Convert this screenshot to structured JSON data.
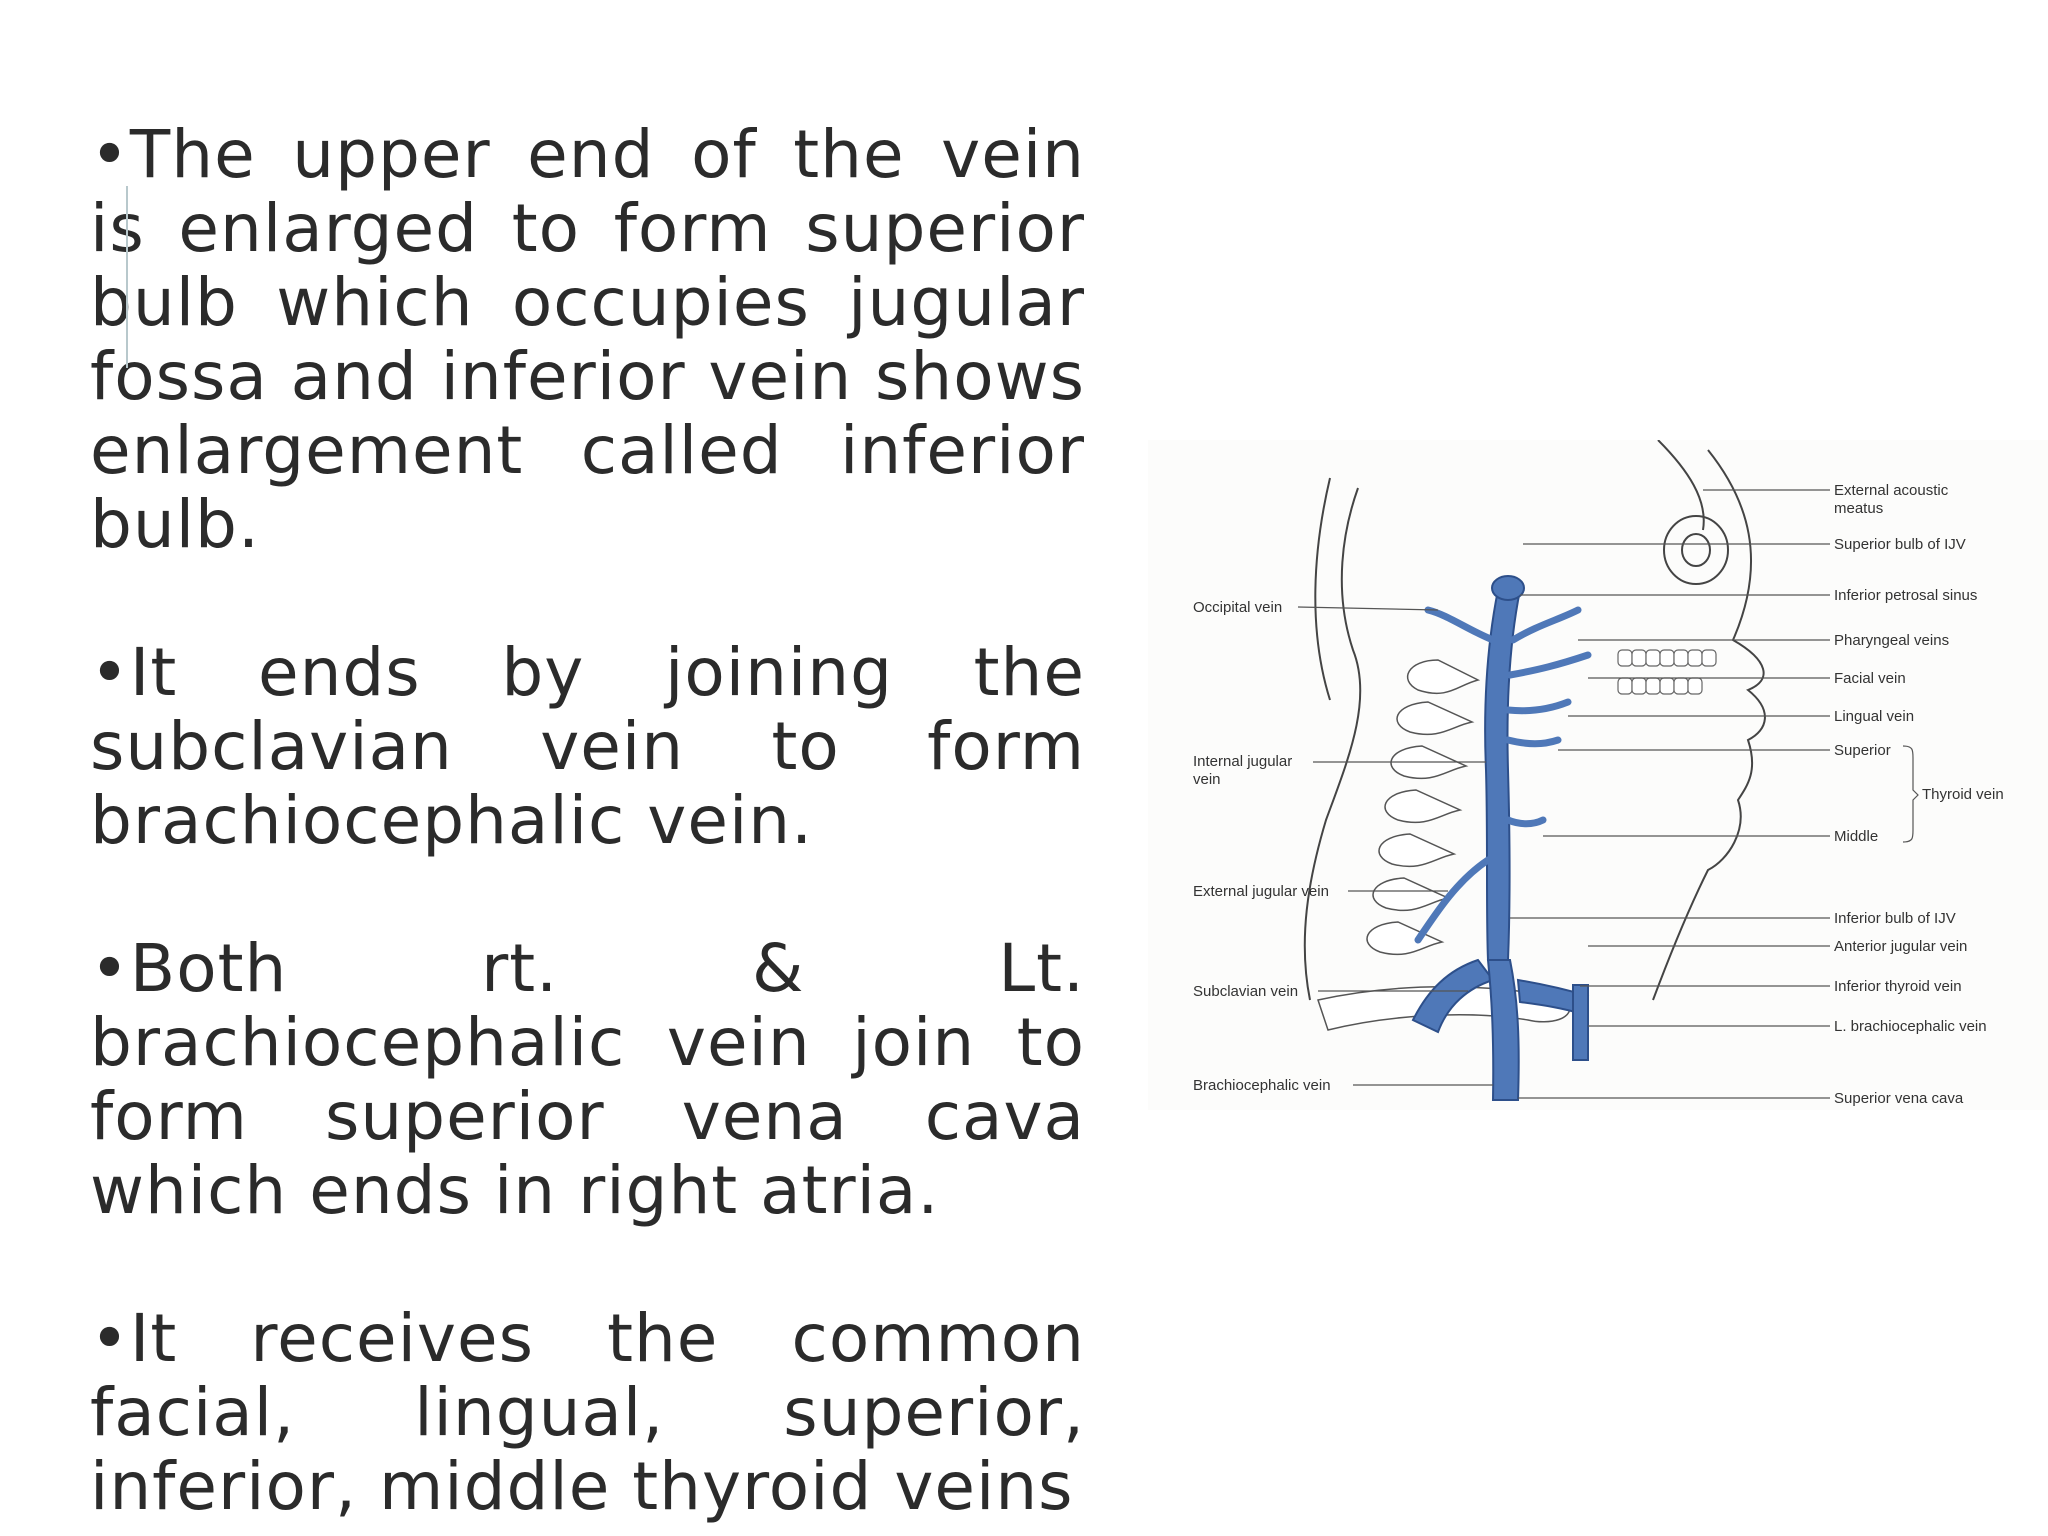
{
  "slide": {
    "bullets": [
      "•The upper end of the vein is enlarged to form superior bulb which occupies jugular fossa and inferior vein shows enlargement called inferior bulb.",
      "•It ends by joining the subclavian vein to form brachiocephalic vein.",
      "•Both rt. & Lt. brachiocephalic vein join to form superior vena cava which ends in right atria.",
      "•It receives the common facial, lingual, superior, inferior, middle thyroid veins"
    ]
  },
  "figure": {
    "labels_left": {
      "occipital": "Occipital vein",
      "internal_jugular_1": "Internal jugular",
      "internal_jugular_2": "vein",
      "external_jugular": "External jugular vein",
      "subclavian": "Subclavian vein",
      "brachiocephalic": "Brachiocephalic vein"
    },
    "labels_right": {
      "acoustic_1": "External acoustic",
      "acoustic_2": "meatus",
      "superior_bulb": "Superior bulb of IJV",
      "petrosal": "Inferior petrosal sinus",
      "pharyngeal": "Pharyngeal veins",
      "facial": "Facial vein",
      "lingual": "Lingual vein",
      "superior": "Superior",
      "thyroid_group": "Thyroid vein",
      "middle": "Middle",
      "inferior_bulb": "Inferior bulb of IJV",
      "anterior_jugular": "Anterior jugular vein",
      "inferior_thyroid": "Inferior thyroid vein",
      "l_brachiocephalic": "L. brachiocephalic vein",
      "svc": "Superior vena cava"
    },
    "colors": {
      "vein": "#4f78b8",
      "vein_dark": "#2d4f8a",
      "outline": "#444444"
    }
  }
}
